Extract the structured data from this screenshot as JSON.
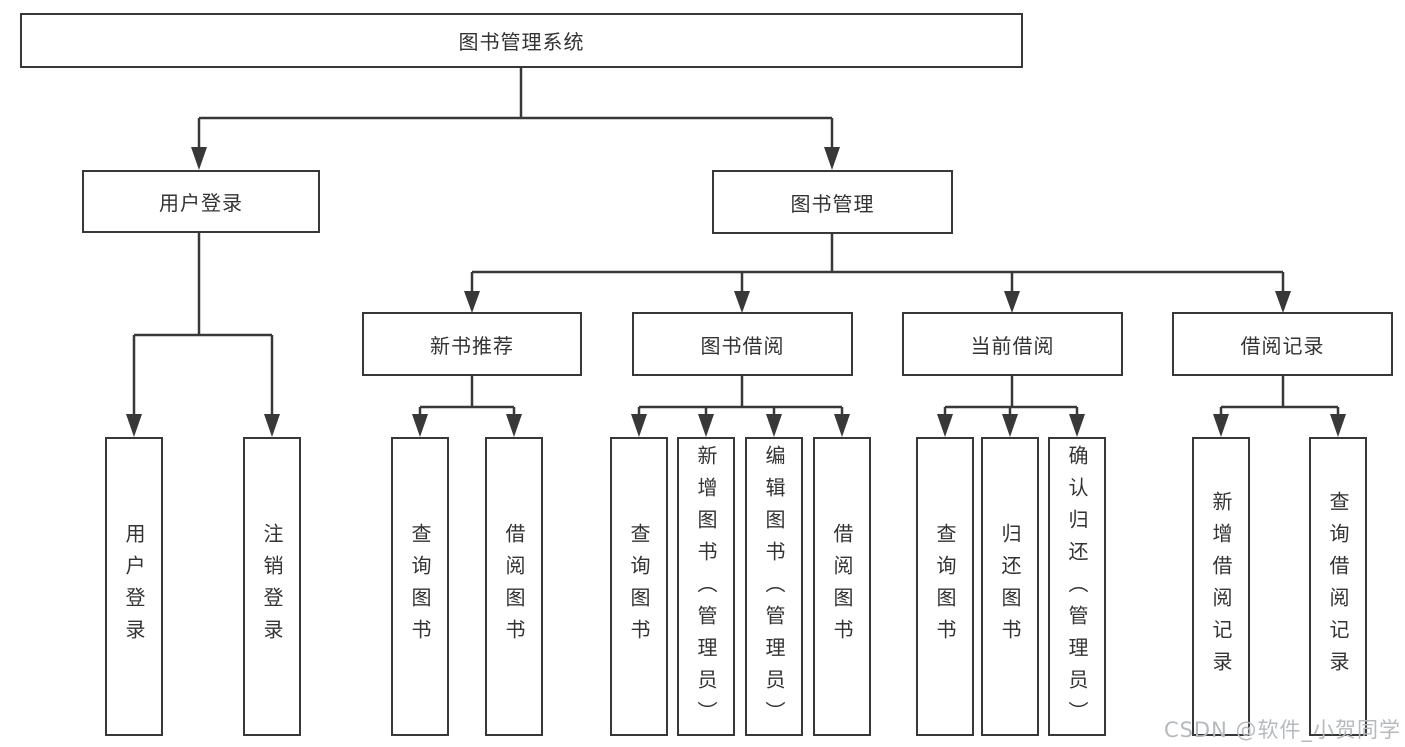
{
  "tree": {
    "root": {
      "label": "图书管理系统"
    },
    "branches": [
      {
        "label": "用户登录",
        "children": [
          {
            "label": "用户登录"
          },
          {
            "label": "注销登录"
          }
        ]
      },
      {
        "label": "图书管理",
        "sections": [
          {
            "label": "新书推荐",
            "children": [
              {
                "label": "查询图书"
              },
              {
                "label": "借阅图书"
              }
            ]
          },
          {
            "label": "图书借阅",
            "children": [
              {
                "label": "查询图书"
              },
              {
                "label": "新增图书（管理员）"
              },
              {
                "label": "编辑图书（管理员）"
              },
              {
                "label": "借阅图书"
              }
            ]
          },
          {
            "label": "当前借阅",
            "children": [
              {
                "label": "查询图书"
              },
              {
                "label": "归还图书"
              },
              {
                "label": "确认归还（管理员）"
              }
            ]
          },
          {
            "label": "借阅记录",
            "children": [
              {
                "label": "新增借阅记录"
              },
              {
                "label": "查询借阅记录"
              }
            ]
          }
        ]
      }
    ]
  },
  "watermark": "CSDN @软件_小贺同学",
  "colors": {
    "line": "#383838",
    "text": "#333333",
    "background": "#ffffff",
    "watermark": "#b6babd"
  }
}
